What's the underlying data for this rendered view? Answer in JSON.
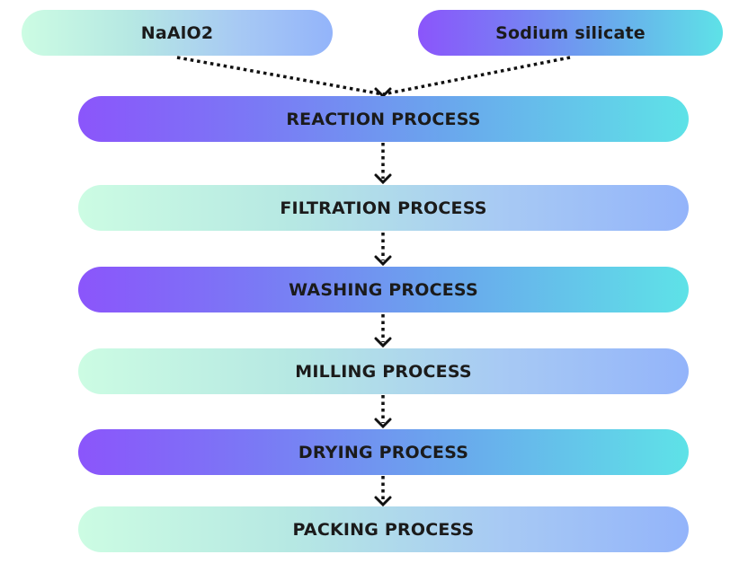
{
  "inputs": [
    {
      "label": "NaAlO2",
      "style": "a"
    },
    {
      "label": "Sodium silicate",
      "style": "b"
    }
  ],
  "steps": [
    {
      "label": "REACTION PROCESS",
      "style": "b"
    },
    {
      "label": "FILTRATION PROCESS",
      "style": "a"
    },
    {
      "label": "WASHING PROCESS",
      "style": "b"
    },
    {
      "label": "MILLING PROCESS",
      "style": "a"
    },
    {
      "label": "DRYING PROCESS",
      "style": "b"
    },
    {
      "label": "PACKING PROCESS",
      "style": "a"
    }
  ],
  "colors": {
    "light_gradient": [
      "#ccfce3",
      "#93b4fa"
    ],
    "dark_gradient": [
      "#8b55fb",
      "#5ee2e7"
    ],
    "connector": "#111111"
  }
}
